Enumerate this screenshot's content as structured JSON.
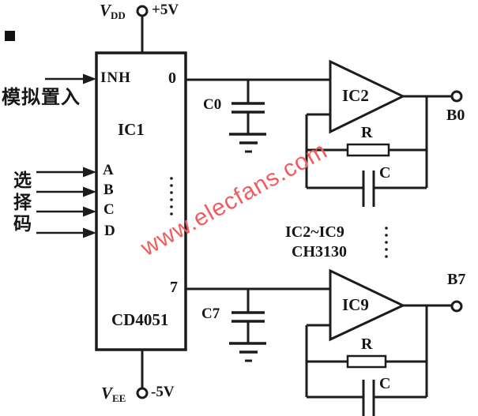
{
  "page": {
    "bg": "#ffffff",
    "line_color": "#1c1c1c"
  },
  "watermark": {
    "text": "www.elecfans.com",
    "color": "#f15d5f"
  },
  "power": {
    "vdd": {
      "sym": "V",
      "sub": "DD",
      "value": "+5V"
    },
    "vee": {
      "sym": "V",
      "sub": "EE",
      "value": "-5V"
    }
  },
  "ic1": {
    "label": "IC1",
    "part": "CD4051",
    "inh": "INH",
    "pin_top": "0",
    "pin_bottom": "7",
    "select": [
      "A",
      "B",
      "C",
      "D"
    ]
  },
  "annotations": {
    "analog_input": "模拟置入",
    "select_code": "选择码",
    "range_note_line1": "IC2~IC9",
    "range_note_line2": "CH3130"
  },
  "channel_top": {
    "cap": "C0",
    "amp": "IC2",
    "output": "B0",
    "res": "R",
    "fb_cap": "C"
  },
  "channel_bottom": {
    "cap": "C7",
    "amp": "IC9",
    "output": "B7",
    "res": "R",
    "fb_cap": "C"
  }
}
